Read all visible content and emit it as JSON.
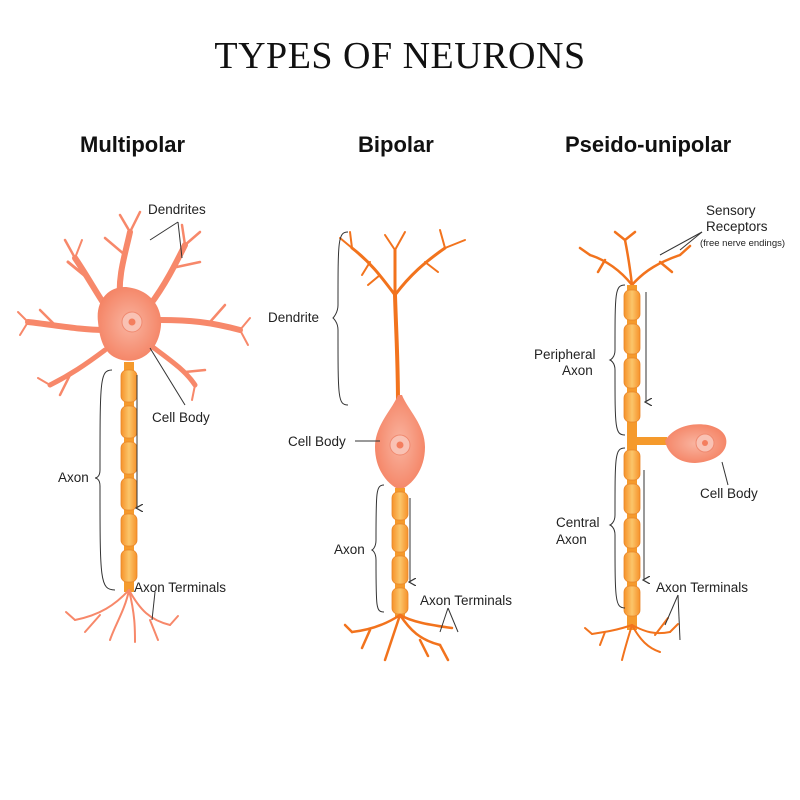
{
  "title": "TYPES OF NEURONS",
  "colors": {
    "neuron_orange": "#f2731d",
    "cell_body_pink": "#f6947a",
    "nucleus_pink": "#f7b5a8",
    "myelin_yellow": "#f8a93a",
    "multipolar_salmon": "#f7886a",
    "label_line": "#333333"
  },
  "types": {
    "multipolar": {
      "heading": "Multipolar",
      "dendrites": "Dendrites",
      "cell_body": "Cell Body",
      "axon": "Axon",
      "axon_terminals": "Axon Terminals"
    },
    "bipolar": {
      "heading": "Bipolar",
      "dendrite": "Dendrite",
      "cell_body": "Cell Body",
      "axon": "Axon",
      "axon_terminals": "Axon Terminals"
    },
    "pseudo_unipolar": {
      "heading": "Pseido-unipolar",
      "sensory_receptors_line1": "Sensory",
      "sensory_receptors_line2": "Receptors",
      "sensory_receptors_note": "(free nerve endings)",
      "peripheral_axon_line1": "Peripheral",
      "peripheral_axon_line2": "Axon",
      "cell_body": "Cell Body",
      "central_axon_line1": "Central",
      "central_axon_line2": "Axon",
      "axon_terminals": "Axon Terminals"
    }
  }
}
